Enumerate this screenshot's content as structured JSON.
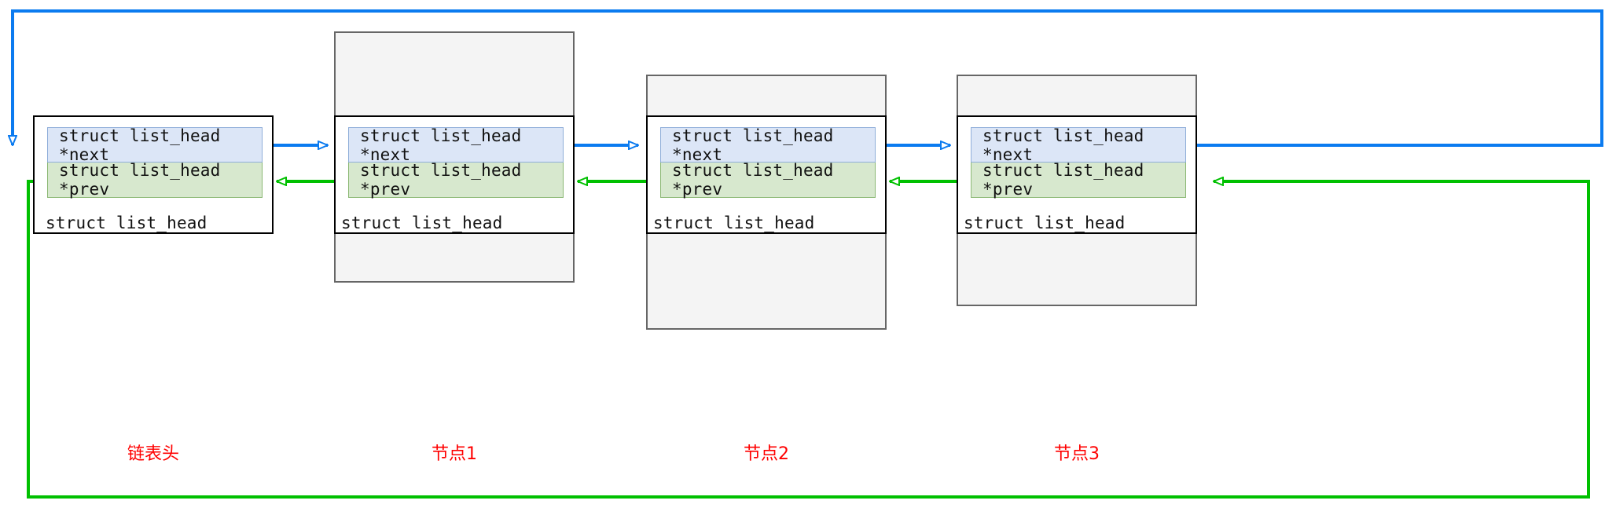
{
  "diagram": {
    "title_text": "",
    "field_next_text": "struct list_head *next",
    "field_prev_text": "struct list_head *prev",
    "struct_label_text": "struct list_head",
    "colors": {
      "next_fill": "#dce6f7",
      "next_border": "#8faed9",
      "prev_fill": "#d7e8ce",
      "prev_border": "#8bb874",
      "outer_fill": "#f4f4f4",
      "outer_border": "#666666",
      "inner_border": "#000000",
      "next_arrow": "#0b7bf0",
      "prev_arrow": "#00c000",
      "label_color": "#ff0000",
      "page_bg": "#ffffff"
    },
    "nodes": [
      {
        "id": "head",
        "caption": "链表头",
        "next_text": "struct list_head *next",
        "prev_text": "struct list_head *prev",
        "struct_text": "struct list_head",
        "has_outer_box": false
      },
      {
        "id": "node1",
        "caption": "节点1",
        "next_text": "struct list_head *next",
        "prev_text": "struct list_head *prev",
        "struct_text": "struct list_head",
        "has_outer_box": true
      },
      {
        "id": "node2",
        "caption": "节点2",
        "next_text": "struct list_head *next",
        "prev_text": "struct list_head *prev",
        "struct_text": "struct list_head",
        "has_outer_box": true
      },
      {
        "id": "node3",
        "caption": "节点3",
        "next_text": "struct list_head *next",
        "prev_text": "struct list_head *prev",
        "struct_text": "struct list_head",
        "has_outer_box": true
      }
    ]
  }
}
